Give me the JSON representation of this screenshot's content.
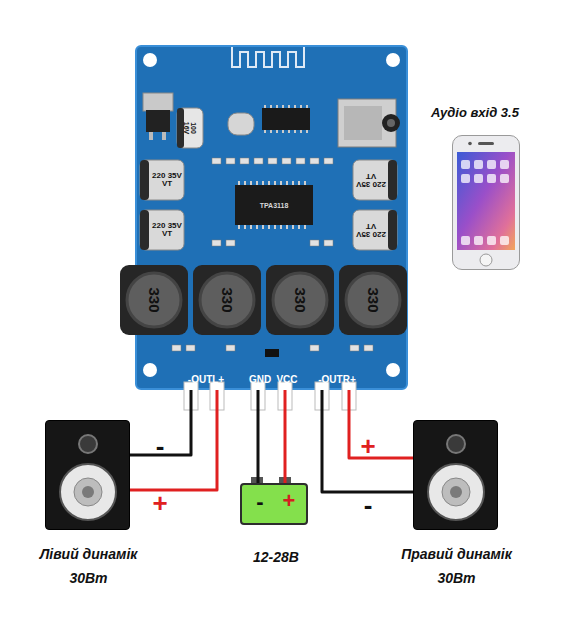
{
  "diagram": {
    "nodes": [
      {
        "text": [
          "-OUTL+",
          "GND",
          "VCC",
          "-OUTR+"
        ]
      },
      {
        "text": [
          "Аудіо вхід 3.5"
        ]
      },
      {
        "text": [
          "Лівий динамік 30Вт"
        ]
      },
      {
        "text": [
          "-",
          "+",
          "12-28В"
        ]
      },
      {
        "text": [
          "Правий динамік 30Вт"
        ]
      }
    ],
    "edges": [
      {
        "from": 0,
        "to": 2,
        "label": "-",
        "arrow": "none"
      },
      {
        "from": 0,
        "to": 2,
        "label": "+",
        "arrow": "none"
      },
      {
        "from": 0,
        "to": 3,
        "arrow": "none"
      },
      {
        "from": 0,
        "to": 3,
        "arrow": "none"
      },
      {
        "from": 0,
        "to": 4,
        "label": "-",
        "arrow": "none"
      },
      {
        "from": 0,
        "to": 4,
        "label": "+",
        "arrow": "none"
      }
    ],
    "labels": [
      "100 16V",
      "220 35V VT",
      "220 35V VT",
      "220 35V VT",
      "220 35V VT",
      "TPA3118",
      "330",
      "330",
      "330",
      "330"
    ]
  }
}
